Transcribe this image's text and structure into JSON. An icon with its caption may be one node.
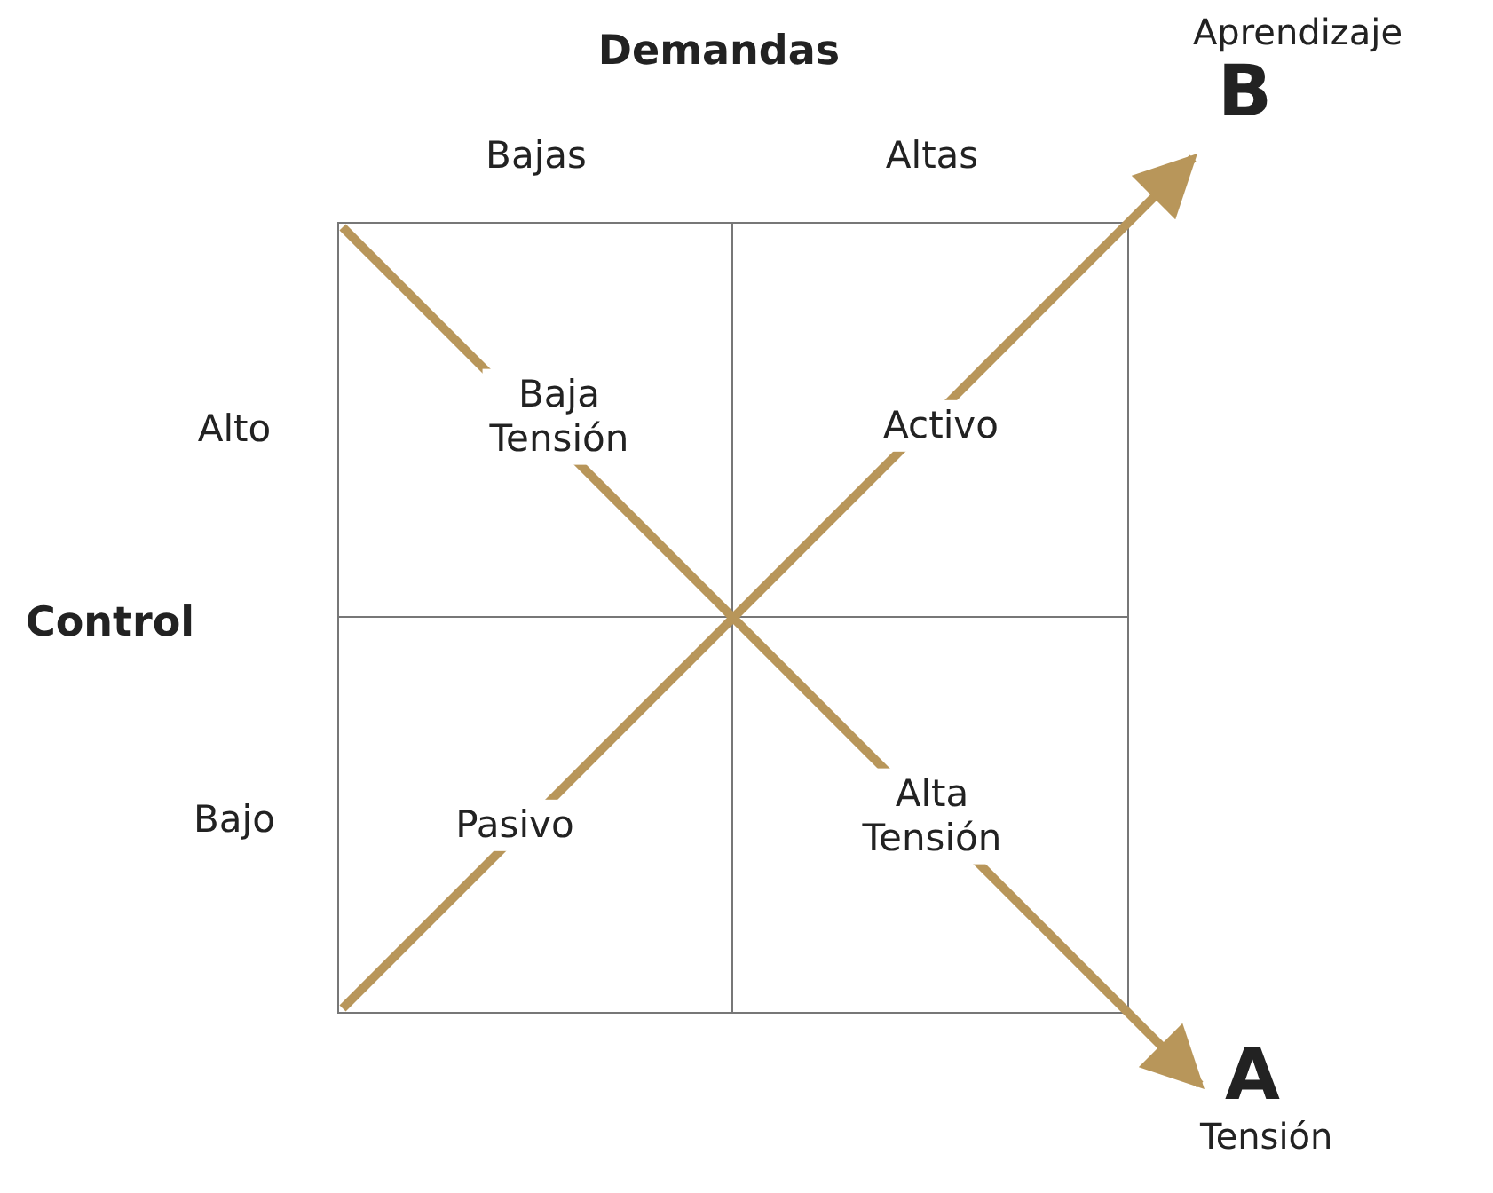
{
  "diagram": {
    "nodes": [
      {
        "text": [
          "Aprendizaje",
          "B"
        ]
      },
      {
        "text": [
          "A",
          "Tensión"
        ]
      }
    ],
    "edges": [
      {
        "from": null,
        "to": 0,
        "arrow": "to"
      },
      {
        "from": null,
        "to": 1,
        "arrow": "to"
      }
    ],
    "labels": [
      "Demandas",
      "Bajas",
      "Altas",
      "Alto",
      "Baja Tensión",
      "Activo",
      "Control",
      "Bajo",
      "Pasivo",
      "Alta Tensión"
    ]
  }
}
